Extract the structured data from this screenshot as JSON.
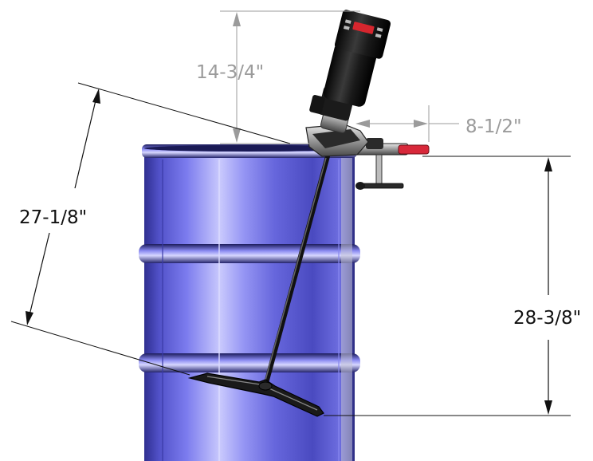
{
  "dimensions": {
    "motor_height": "14-3/4\"",
    "clamp_offset": "8-1/2\"",
    "shaft_length": "27-1/8\"",
    "drum_depth": "28-3/8\""
  },
  "colors": {
    "drum": "#6a6ae6",
    "drum_highlight": "#c6c6fb",
    "drum_shadow": "#2e2e8c",
    "motor": "#151515",
    "display": "#d6262e",
    "clamp_handle": "#d8283a",
    "dim_gray": "#9b9b9b",
    "dim_black": "#111111"
  }
}
